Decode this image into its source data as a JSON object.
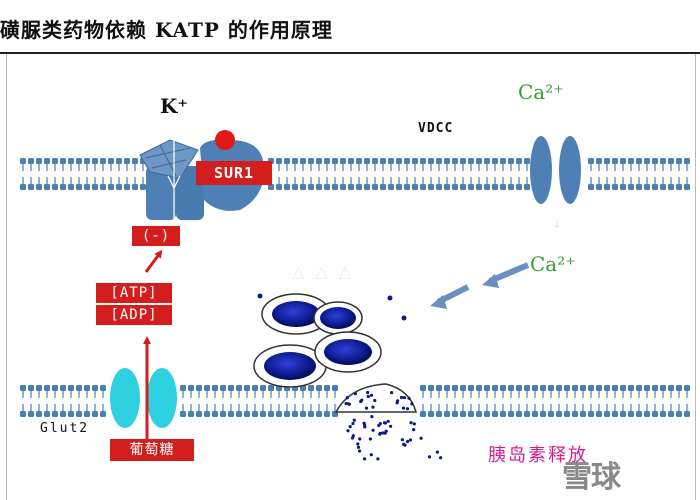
{
  "title": "磺脲类药物依赖 KATP 的作用原理",
  "labels": {
    "k_ion": "K⁺",
    "vdcc": "VDCC",
    "ca_top": "Ca²⁺",
    "ca_mid": "Ca²⁺",
    "sur1": "SUR1",
    "inhibit": "(-)",
    "atp": "[ATP]",
    "adp": "[ADP]",
    "glucose": "葡萄糖",
    "glut2": "Glut2",
    "insulin_release": "胰岛素释放",
    "faint_text": "△ △ △",
    "watermark": "雪球"
  },
  "colors": {
    "membrane": "#4a7fb0",
    "channel": "#4f80b5",
    "glut2": "#2fd0e0",
    "red_box": "#d41e1e",
    "ca_label": "#3a9a3a",
    "insulin_label": "#d61f8c",
    "vesicle": "#0a1a8c",
    "arrow_blue": "#6a90c0"
  },
  "icons": {
    "ion_channel": "k-atp-channel-icon",
    "calcium_channel": "vdcc-channel-icon",
    "glucose_transporter": "glut2-transporter-icon",
    "vesicle": "insulin-granule-icon"
  }
}
